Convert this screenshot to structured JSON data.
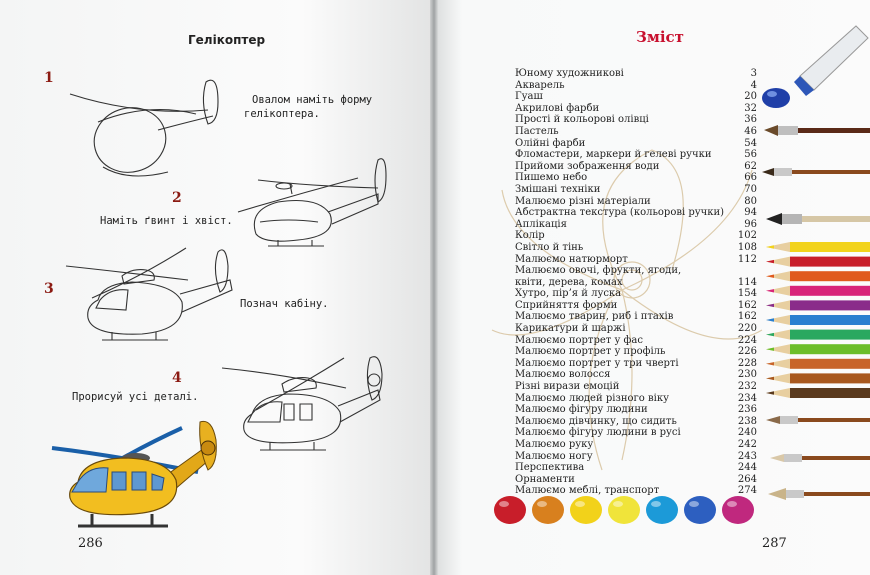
{
  "left_page": {
    "title": "Гелікоптер",
    "steps": [
      {
        "number": "1",
        "text_lines": [
          "Овалом наміть форму",
          "гелікоптера."
        ]
      },
      {
        "number": "2",
        "text_lines": [
          "Наміть ґвинт і хвіст."
        ]
      },
      {
        "number": "3",
        "text_lines": [
          "Познач кабіну."
        ]
      },
      {
        "number": "4",
        "text_lines": [
          "Прорисуй усі деталі."
        ]
      }
    ],
    "page_number": "286"
  },
  "right_page": {
    "title": "Зміст",
    "page_number": "287",
    "toc": [
      {
        "title": "Юному художникові",
        "page": "3"
      },
      {
        "title": "Акварель",
        "page": "4"
      },
      {
        "title": "Гуаш",
        "page": "20"
      },
      {
        "title": "Акрилові фарби",
        "page": "32"
      },
      {
        "title": "Прості й кольорові олівці",
        "page": "36"
      },
      {
        "title": "Пастель",
        "page": "46"
      },
      {
        "title": "Олійні фарби",
        "page": "54"
      },
      {
        "title": "Фломастери, маркери й гелеві ручки",
        "page": "56"
      },
      {
        "title": "Прийоми зображення води",
        "page": "62"
      },
      {
        "title": "Пишемо небо",
        "page": "66"
      },
      {
        "title": "Змішані техніки",
        "page": "70"
      },
      {
        "title": "Малюємо різні матеріали",
        "page": "80"
      },
      {
        "title": "Абстрактна текстура (кольорові ручки)",
        "page": "94"
      },
      {
        "title": "Аплікація",
        "page": "96"
      },
      {
        "title": "Колір",
        "page": "102"
      },
      {
        "title": "Світло й тінь",
        "page": "108"
      },
      {
        "title": "Малюємо натюрморт",
        "page": "112"
      },
      {
        "title": "Малюємо овочі, фрукти, ягоди,",
        "page": ""
      },
      {
        "title": "квіти, дерева, комах",
        "page": "114"
      },
      {
        "title": "Хутро, пір’я й луска",
        "page": "154"
      },
      {
        "title": "Сприйняття форми",
        "page": "162"
      },
      {
        "title": "Малюємо тварин, риб і птахів",
        "page": "162"
      },
      {
        "title": "Карикатури й шаржі",
        "page": "220"
      },
      {
        "title": "Малюємо портрет у фас",
        "page": "224"
      },
      {
        "title": "Малюємо портрет у профіль",
        "page": "226"
      },
      {
        "title": "Малюємо портрет у три чверті",
        "page": "228"
      },
      {
        "title": "Малюємо волосся",
        "page": "230"
      },
      {
        "title": "Різні вирази емоцій",
        "page": "232"
      },
      {
        "title": "Малюємо людей різного віку",
        "page": "234"
      },
      {
        "title": "Малюємо фігуру людини",
        "page": "236"
      },
      {
        "title": "Малюємо дівчинку, що сидить",
        "page": "238"
      },
      {
        "title": "Малюємо фігуру людини в русі",
        "page": "240"
      },
      {
        "title": "Малюємо руку",
        "page": "242"
      },
      {
        "title": "Малюємо ногу",
        "page": "243"
      },
      {
        "title": "Перспектива",
        "page": "244"
      },
      {
        "title": "Орнаменти",
        "page": "264"
      },
      {
        "title": "Малюємо меблі, транспорт",
        "page": "274"
      }
    ],
    "paint_colors": [
      "#c81e2a",
      "#d8801e",
      "#f2d21a",
      "#f0e43a",
      "#1c9ad8",
      "#2d5fc0",
      "#c0287e"
    ],
    "pencil_colors": [
      "#f2d31c",
      "#c81e2a",
      "#e05a1e",
      "#d8247a",
      "#8a2c8a",
      "#2a7fd0",
      "#2aa860",
      "#6cbe2a",
      "#c8642a",
      "#a8581e",
      "#5a3a1e"
    ]
  }
}
